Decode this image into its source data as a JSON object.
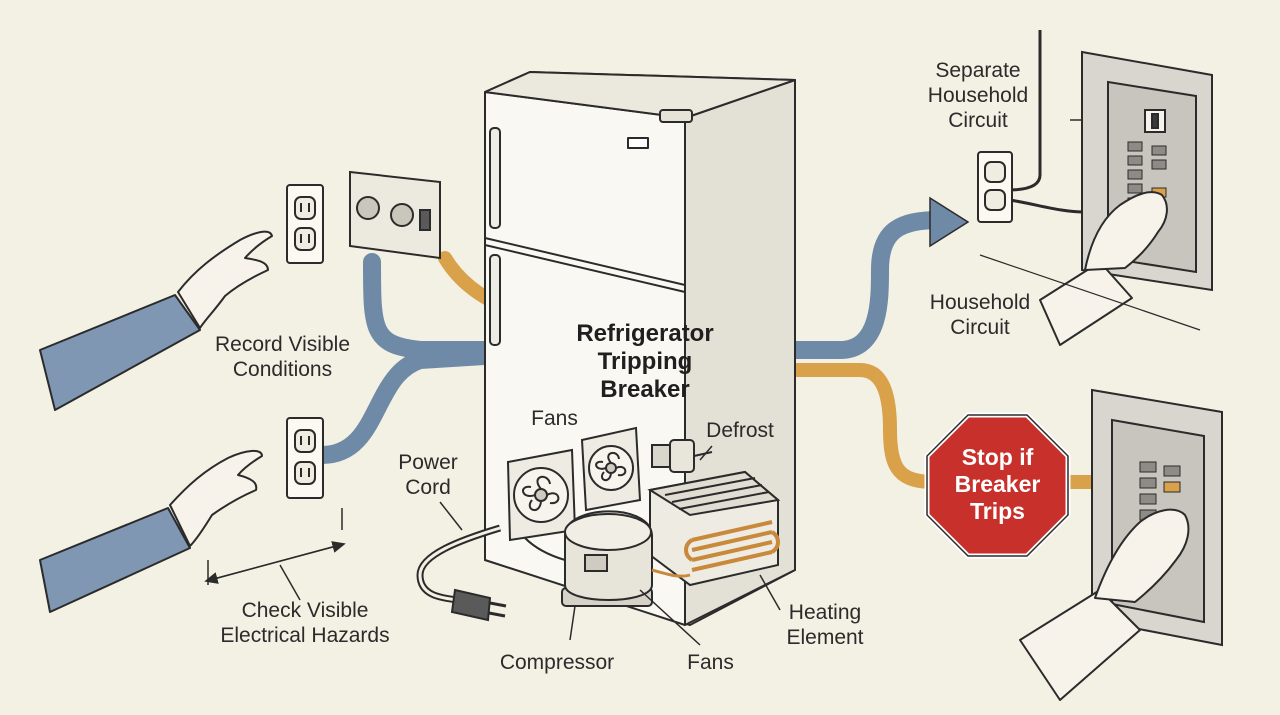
{
  "title": {
    "line1": "Refrigerator",
    "line2": "Tripping",
    "line3": "Breaker"
  },
  "labels": {
    "record": {
      "line1": "Record Visible",
      "line2": "Conditions"
    },
    "check": {
      "line1": "Check Visible",
      "line2": "Electrical Hazards"
    },
    "power_cord": {
      "line1": "Power",
      "line2": "Cord"
    },
    "fans_top": "Fans",
    "defrost": "Defrost",
    "compressor": "Compressor",
    "fans_bottom": "Fans",
    "heating": {
      "line1": "Heating",
      "line2": "Element"
    },
    "separate": {
      "line1": "Separate",
      "line2": "Household",
      "line3": "Circuit"
    },
    "household": {
      "line1": "Household",
      "line2": "Circuit"
    },
    "stop": {
      "line1": "Stop if",
      "line2": "Breaker",
      "line3": "Trips"
    }
  },
  "colors": {
    "background": "#f3f0e4",
    "blue_path": "#6f8aa6",
    "orange_path": "#d9a24a",
    "stop_sign": "#c8312b",
    "ink": "#2b2b2b"
  }
}
